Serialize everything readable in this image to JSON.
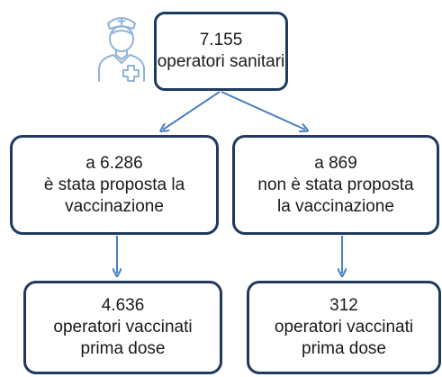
{
  "root": {
    "value": "7.155",
    "label": "operatori sanitari"
  },
  "proposed": {
    "value_line": "a 6.286",
    "label_line1": "è stata proposta la",
    "label_line2": "vaccinazione"
  },
  "not_proposed": {
    "value_line": "a 869",
    "label_line1": "non è stata proposta",
    "label_line2": "la vaccinazione"
  },
  "vaccinated_left": {
    "value": "4.636",
    "label_line1": "operatori vaccinati",
    "label_line2": "prima dose"
  },
  "vaccinated_right": {
    "value": "312",
    "label_line1": "operatori vaccinati",
    "label_line2": "prima dose"
  },
  "icons": {
    "root": "nurse-icon",
    "proposed": "vial-icon",
    "vaccinated": "syringe-icon"
  },
  "colors": {
    "box_border": "#1f3a5f",
    "arrow": "#4a7fc0",
    "icon": "#8fb4d9"
  }
}
